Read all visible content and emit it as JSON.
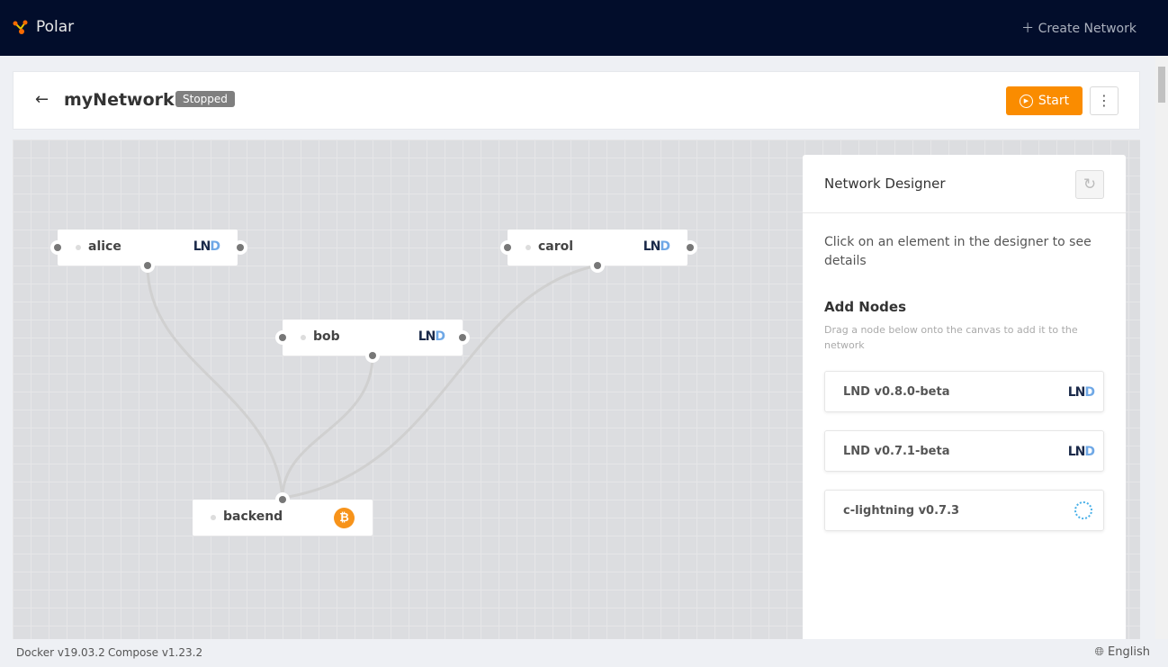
{
  "header": {
    "brand": "Polar",
    "create": "Create Network"
  },
  "network": {
    "title": "myNetwork",
    "status": "Stopped",
    "start_label": "Start"
  },
  "nodes": [
    {
      "name": "alice",
      "type": "LND"
    },
    {
      "name": "bob",
      "type": "LND"
    },
    {
      "name": "carol",
      "type": "LND"
    },
    {
      "name": "backend",
      "type": "bitcoin"
    }
  ],
  "panel": {
    "title": "Network Designer",
    "hint": "Click on an element in the designer to see details",
    "add_title": "Add Nodes",
    "add_desc": "Drag a node below onto the canvas to add it to the network",
    "items": [
      {
        "label": "LND v0.8.0-beta"
      },
      {
        "label": "LND v0.7.1-beta"
      },
      {
        "label": "c-lightning v0.7.3"
      }
    ]
  },
  "footer": {
    "docker": "Docker v19.03.2",
    "compose": "Compose v1.23.2",
    "language": "English"
  },
  "colors": {
    "header": "#020d2b",
    "accent": "#fa8c00"
  }
}
